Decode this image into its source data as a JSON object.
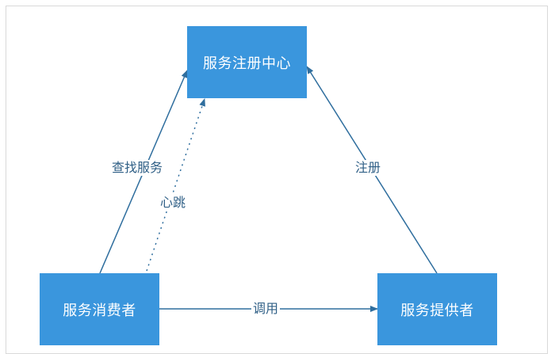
{
  "nodes": {
    "registry": "服务注册中心",
    "consumer": "服务消费者",
    "provider": "服务提供者"
  },
  "edges": {
    "lookup": "查找服务",
    "heartbeat": "心跳",
    "register": "注册",
    "invoke": "调用"
  },
  "colors": {
    "node_fill": "#3a96dd",
    "node_text": "#ffffff",
    "edge": "#2f6e9e",
    "label": "#2f5f86"
  }
}
